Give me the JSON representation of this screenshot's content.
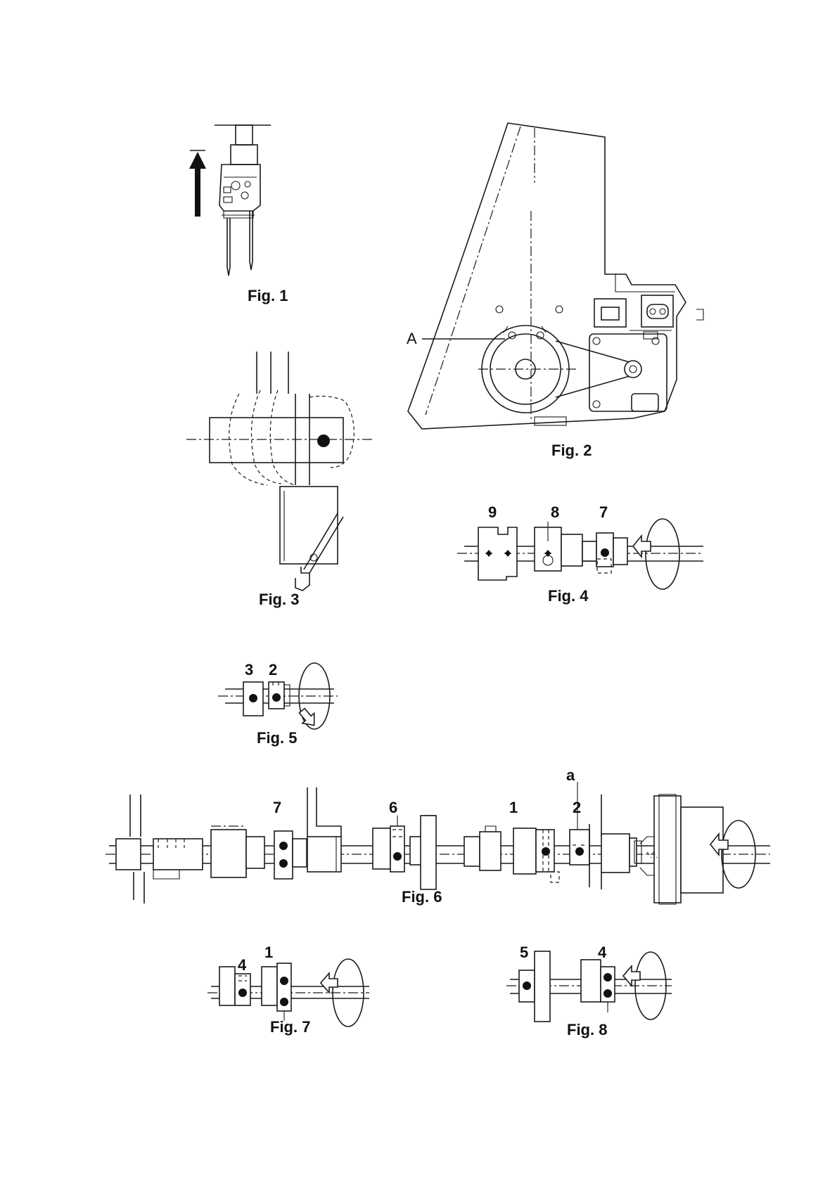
{
  "figures": [
    {
      "id": "fig1",
      "caption": "Fig. 1"
    },
    {
      "id": "fig2",
      "caption": "Fig. 2",
      "labels": [
        "A"
      ]
    },
    {
      "id": "fig3",
      "caption": "Fig. 3"
    },
    {
      "id": "fig4",
      "caption": "Fig. 4",
      "labels": [
        "9",
        "8",
        "7"
      ]
    },
    {
      "id": "fig5",
      "caption": "Fig. 5",
      "labels": [
        "3",
        "2"
      ]
    },
    {
      "id": "fig6",
      "caption": "Fig. 6",
      "labels": [
        "7",
        "6",
        "1",
        "a",
        "2"
      ]
    },
    {
      "id": "fig7",
      "caption": "Fig. 7",
      "labels": [
        "4",
        "1"
      ]
    },
    {
      "id": "fig8",
      "caption": "Fig. 8",
      "labels": [
        "5",
        "4"
      ]
    }
  ],
  "colors": {
    "line": "#1a1a1a",
    "paper": "#ffffff"
  },
  "icons": {
    "rotation": "rotation-arrow-icon",
    "direction": "up-arrow-icon"
  }
}
